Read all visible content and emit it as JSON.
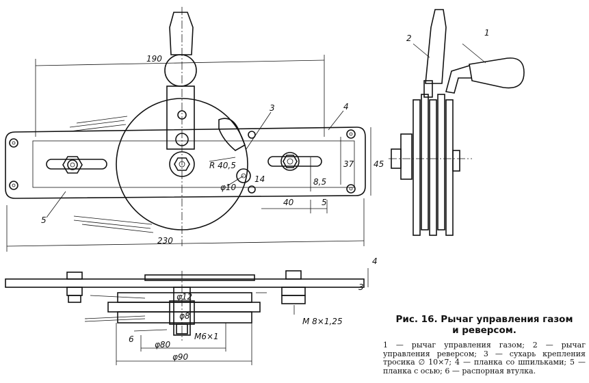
{
  "figure": {
    "title_line1": "Рис. 16. Рычаг управления газом",
    "title_line2": "и реверсом.",
    "legend": "1 — рычаг управления газом; 2 — рычаг управления реверсом; 3 — сухарь крепления тросика ∅ 10×7; 4 — планка со шпильками; 5 — планка с осью; 6 — распорная втулка."
  },
  "callouts": {
    "c1": "1",
    "c2": "2",
    "c3": "3",
    "c4": "4",
    "c5": "5",
    "c6": "6"
  },
  "dimensions": {
    "d190": "190",
    "d230": "230",
    "r405": "R 40,5",
    "phi10": "φ10",
    "d14": "14",
    "d85": "8,5",
    "d37": "37",
    "d45": "45",
    "d40": "40",
    "d5": "5",
    "d4": "4",
    "d3": "3",
    "phi12": "φ12",
    "phi8": "φ8",
    "m8": "M 8×1,25",
    "m6": "M6×1",
    "phi80": "φ80",
    "phi90": "φ90"
  }
}
